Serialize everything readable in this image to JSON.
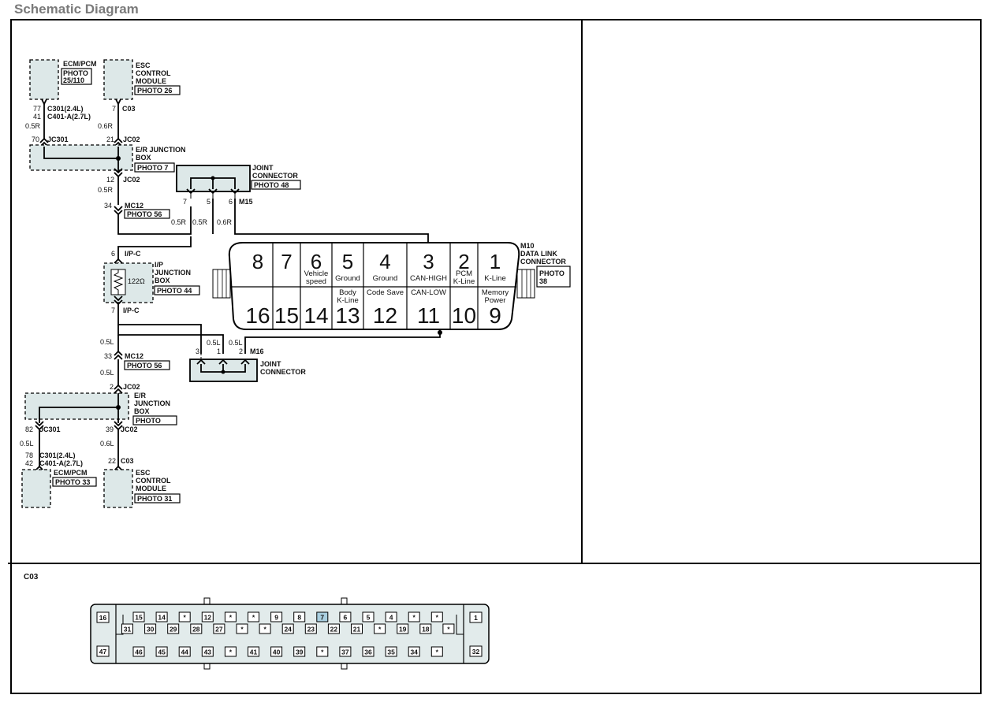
{
  "page": {
    "title": "Schematic Diagram"
  },
  "upper": {
    "ecm_pcm": {
      "name_line1": "ECM/PCM",
      "photo_line1": "PHOTO",
      "photo_line2": "25/110",
      "pin_a": "77",
      "pin_b": "41",
      "conn_a": "C301(2.4L)",
      "conn_b": "C401-A(2.7L)",
      "wire": "0.5R"
    },
    "esc": {
      "name_line1": "ESC",
      "name_line2": "CONTROL",
      "name_line3": "MODULE",
      "photo": "PHOTO  26",
      "pin": "7",
      "conn": "C03",
      "wire": "0.6R"
    },
    "er_jb": {
      "pin_left": "70",
      "conn_left": "JC301",
      "pin_right": "21",
      "conn_right": "JC02",
      "name_line1": "E/R  JUNCTION",
      "name_line2": "BOX",
      "photo": "PHOTO  7",
      "pin_out": "12",
      "conn_out": "JC02",
      "wire_out": "0.5R"
    },
    "mc12": {
      "pin": "34",
      "conn": "MC12",
      "photo": "PHOTO  56"
    },
    "joint": {
      "name_line1": "JOINT",
      "name_line2": "CONNECTOR",
      "photo": "PHOTO  48",
      "pin_a": "7",
      "pin_b": "5",
      "pin_c": "6",
      "conn": "M15",
      "wire_a": "0.5R",
      "wire_b": "0.5R",
      "wire_c": "0.6R"
    }
  },
  "dlc": {
    "name_line1": "M10",
    "name_line2": "DATA  LINK",
    "name_line3": "CONNECTOR",
    "photo_line1": "PHOTO",
    "photo_line2": "38",
    "top_pins": [
      {
        "num": "8",
        "label1": "",
        "label2": ""
      },
      {
        "num": "7",
        "label1": "",
        "label2": ""
      },
      {
        "num": "6",
        "label1": "Vehicle",
        "label2": "speed"
      },
      {
        "num": "5",
        "label1": "Ground",
        "label2": ""
      },
      {
        "num": "4",
        "label1": "Ground",
        "label2": ""
      },
      {
        "num": "3",
        "label1": "CAN-HIGH",
        "label2": ""
      },
      {
        "num": "2",
        "label1": "PCM",
        "label2": "K-Line"
      },
      {
        "num": "1",
        "label1": "K-Line",
        "label2": ""
      }
    ],
    "bottom_pins": [
      {
        "num": "16",
        "label1": "",
        "label2": ""
      },
      {
        "num": "15",
        "label1": "",
        "label2": ""
      },
      {
        "num": "14",
        "label1": "",
        "label2": ""
      },
      {
        "num": "13",
        "label1": "Body",
        "label2": "K-Line"
      },
      {
        "num": "12",
        "label1": "Code Save",
        "label2": ""
      },
      {
        "num": "11",
        "label1": "CAN-LOW",
        "label2": ""
      },
      {
        "num": "10",
        "label1": "",
        "label2": ""
      },
      {
        "num": "9",
        "label1": "Memory",
        "label2": "Power"
      }
    ]
  },
  "lower": {
    "ip_jb": {
      "pin_top": "6",
      "conn_top": "I/P-C",
      "name_line1": "I/P",
      "name_line2": "JUNCTION",
      "name_line3": "BOX",
      "photo": "PHOTO  44",
      "resistor": "122Ω",
      "pin_bottom": "7",
      "conn_bottom": "I/P-C"
    },
    "joint": {
      "pin_a": "3",
      "pin_b": "1",
      "pin_c": "2",
      "conn": "M16",
      "name_line1": "JOINT",
      "name_line2": "CONNECTOR",
      "wire_b": "0.5L",
      "wire_c": "0.5L"
    },
    "mc12": {
      "wire_top": "0.5L",
      "pin": "33",
      "conn": "MC12",
      "photo": "PHOTO  56",
      "wire_bottom": "0.5L"
    },
    "er_jb": {
      "pin_top": "2",
      "conn_top": "JC02",
      "name_line1": "E/R",
      "name_line2": "JUNCTION",
      "name_line3": "BOX",
      "photo": "PHOTO",
      "pin_left": "82",
      "conn_left": "JC301",
      "pin_right": "39",
      "conn_right": "JC02"
    },
    "ecm_pcm": {
      "wire": "0.5L",
      "pin_a": "78",
      "pin_b": "42",
      "conn_a": "C301(2.4L)",
      "conn_b": "C401-A(2.7L)",
      "name": "ECM/PCM",
      "photo": "PHOTO  33"
    },
    "esc": {
      "wire": "0.6L",
      "pin": "22",
      "conn": "C03",
      "name_line1": "ESC",
      "name_line2": "CONTROL",
      "name_line3": "MODULE",
      "photo": "PHOTO  31"
    }
  },
  "c03": {
    "title": "C03",
    "end_left_top": "16",
    "end_left_bottom": "47",
    "end_right_top": "1",
    "end_right_bottom": "32",
    "row1": [
      "15",
      "14",
      "*",
      "12",
      "*",
      "*",
      "9",
      "8",
      "7",
      "6",
      "5",
      "4",
      "*",
      "*"
    ],
    "row2": [
      "31",
      "30",
      "29",
      "28",
      "27",
      "*",
      "*",
      "24",
      "23",
      "22",
      "21",
      "*",
      "19",
      "18",
      "*"
    ],
    "row3": [
      "46",
      "45",
      "44",
      "43",
      "*",
      "41",
      "40",
      "39",
      "*",
      "37",
      "36",
      "35",
      "34",
      "*"
    ],
    "highlight": "7"
  }
}
